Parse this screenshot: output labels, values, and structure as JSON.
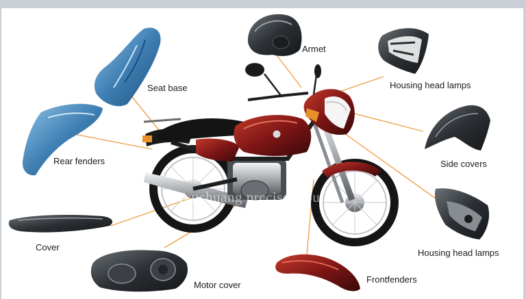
{
  "labels": {
    "armet": "Armet",
    "seat_base": "Seat base",
    "housing_head_lamps_top": "Housing head lamps",
    "rear_fenders": "Rear fenders",
    "side_covers": "Side covers",
    "cover": "Cover",
    "housing_head_lamps_bottom": "Housing head lamps",
    "motor_cover": "Motor cover",
    "front_fenders": "Frontfenders"
  },
  "watermark": "Luyuchuang precise mould",
  "colors": {
    "leader_line": "#f0a04b",
    "motorcycle_body": "#8a1c1c",
    "part_blue": "#4a86b8",
    "part_dark": "#2a2d30"
  }
}
